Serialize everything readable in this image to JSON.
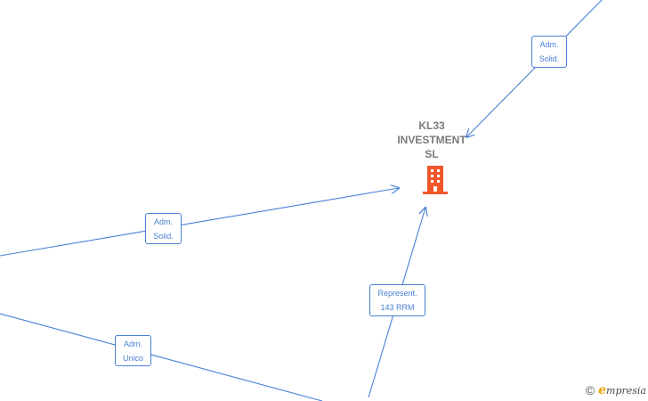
{
  "company": {
    "name_lines": [
      "KL33",
      "INVESTMENT",
      "SL"
    ],
    "icon": "building-icon",
    "icon_color": "#f0572a"
  },
  "edges": [
    {
      "lines": [
        "Adm.",
        "Solid."
      ]
    },
    {
      "lines": [
        "Adm.",
        "Solid."
      ]
    },
    {
      "lines": [
        "Adm.",
        "Unico"
      ]
    },
    {
      "lines": [
        "Represent.",
        "143 RRM"
      ]
    }
  ],
  "footer": {
    "copyright_symbol": "©",
    "brand_initial": "e",
    "brand_rest": "mpresia"
  },
  "colors": {
    "edge": "#4a7fd4",
    "node_text": "#7a7a7a",
    "brand_accent": "#f0a000"
  }
}
